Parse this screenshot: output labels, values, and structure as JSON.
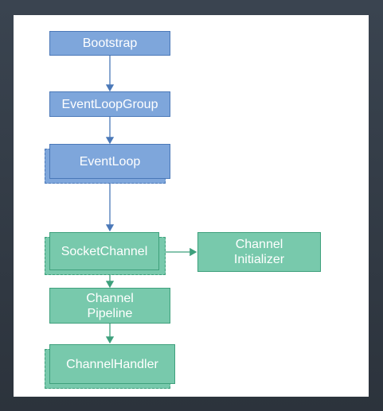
{
  "diagram": {
    "nodes": [
      {
        "id": "bootstrap",
        "label": "Bootstrap",
        "kind": "single",
        "color": "#7ea6db"
      },
      {
        "id": "eventloopgroup",
        "label": "EventLoopGroup",
        "kind": "single",
        "color": "#7ea6db"
      },
      {
        "id": "eventloop",
        "label": "EventLoop",
        "kind": "stacked",
        "color": "#7ea6db"
      },
      {
        "id": "socketchannel",
        "label": "SocketChannel",
        "kind": "stacked",
        "color": "#78c9ac"
      },
      {
        "id": "channelinitializer",
        "label": "Channel\nInitializer",
        "kind": "single",
        "color": "#78c9ac"
      },
      {
        "id": "channelpipeline",
        "label": "Channel\nPipeline",
        "kind": "single",
        "color": "#78c9ac"
      },
      {
        "id": "channelhandler",
        "label": "ChannelHandler",
        "kind": "stacked",
        "color": "#78c9ac"
      }
    ],
    "edges": [
      {
        "from": "bootstrap",
        "to": "eventloopgroup"
      },
      {
        "from": "eventloopgroup",
        "to": "eventloop"
      },
      {
        "from": "eventloop",
        "to": "socketchannel"
      },
      {
        "from": "socketchannel",
        "to": "channelinitializer"
      },
      {
        "from": "socketchannel",
        "to": "channelpipeline"
      },
      {
        "from": "channelpipeline",
        "to": "channelhandler"
      }
    ],
    "colors": {
      "blue_fill": "#7ea6db",
      "blue_border": "#4a78b8",
      "green_fill": "#78c9ac",
      "green_border": "#3ea07c"
    }
  }
}
